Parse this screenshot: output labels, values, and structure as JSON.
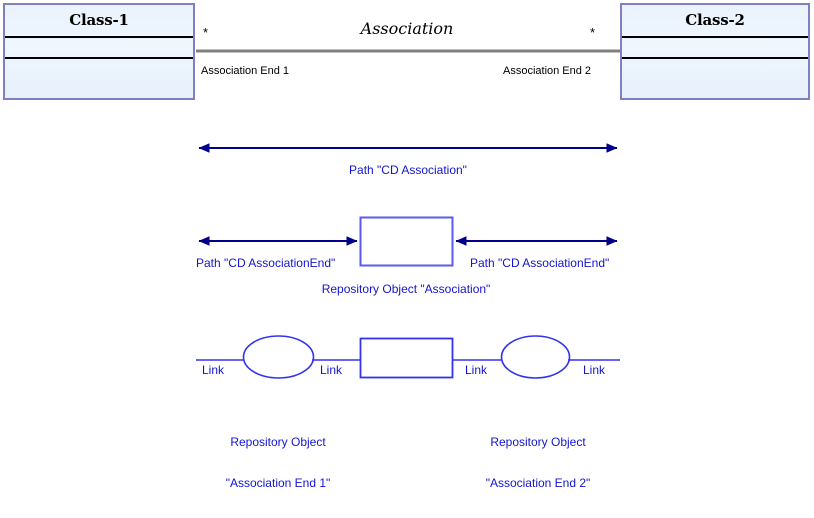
{
  "diagram": {
    "title": "UML Association mapping to repository paths and objects",
    "colors": {
      "class_border": "#8080c0",
      "class_fill": "#eaf3fd",
      "association_line": "#808080",
      "arrow_navy": "#00008b",
      "shape_blue": "#3333ee",
      "label_blue": "#1414cf",
      "text_black": "#000000"
    },
    "classes": [
      {
        "name": "Class-1"
      },
      {
        "name": "Class-2"
      }
    ],
    "association": {
      "title": "Association",
      "multiplicity_left": "*",
      "multiplicity_right": "*",
      "end_label_left": "Association End 1",
      "end_label_right": "Association End 2"
    },
    "row_path_association": {
      "label": "Path \"CD Association\""
    },
    "row_association_ends": {
      "left_label": "Path \"CD AssociationEnd\"",
      "right_label": "Path \"CD AssociationEnd\"",
      "object_label": "Repository Object \"Association\""
    },
    "row_links": {
      "link_labels": [
        "Link",
        "Link",
        "Link",
        "Link"
      ],
      "left_object": {
        "line1": "Repository Object",
        "line2": "\"Association End 1\""
      },
      "right_object": {
        "line1": "Repository Object",
        "line2": "\"Association End 2\""
      }
    }
  }
}
